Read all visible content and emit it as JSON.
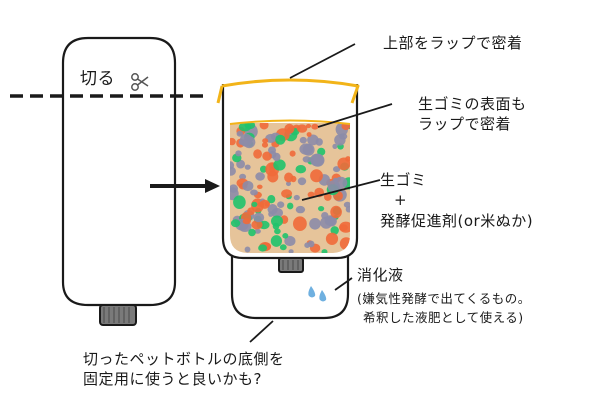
{
  "labels": {
    "cut": "切る",
    "wrap_top": "上部をラップで密着",
    "surface_line1": "生ゴミの表面も",
    "surface_line2": "ラップで密着",
    "garbage_line1": "生ゴミ",
    "garbage_plus": "+",
    "garbage_line2": "発酵促進剤(or米ぬか)",
    "digest": "消化液",
    "digest_note_line1": "(嫌気性発酵で出てくるもの。",
    "digest_note_line2": "希釈した液肥として使える)",
    "bottom_line1": "切ったペットボトルの底側を",
    "bottom_line2": "固定用に使うと良いかも?"
  },
  "icons": [
    "scissors-icon",
    "arrow-right-icon",
    "liquid-drops-icon"
  ],
  "colors": {
    "wrap": "#f2b419",
    "garbage_base": "#e6c49a",
    "green_particle": "#1fc36c",
    "orange_particle": "#f06a3a",
    "gray_particle": "#8c8ca8",
    "drops": "#6fb0e0",
    "cap": "#7a7a7a",
    "outline": "#1a1a1a"
  }
}
